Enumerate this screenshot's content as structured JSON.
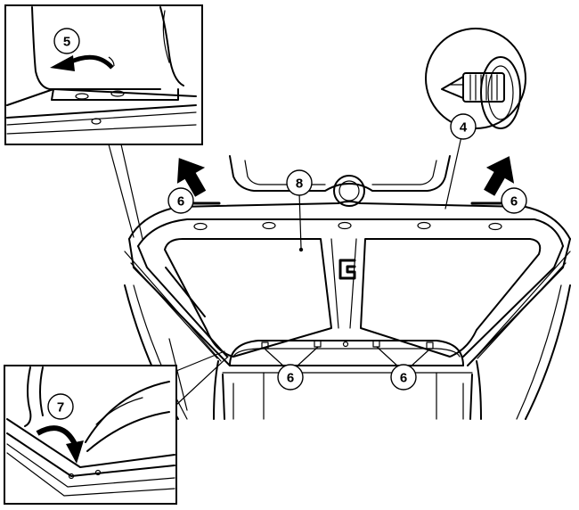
{
  "callouts": {
    "c5": "5",
    "c4": "4",
    "c8": "8",
    "c6_left_arrow": "6",
    "c6_right_arrow": "6",
    "c6_clips_left": "6",
    "c6_clips_right": "6",
    "c7": "7"
  },
  "colors": {
    "ink": "#000000",
    "paper": "#ffffff"
  }
}
